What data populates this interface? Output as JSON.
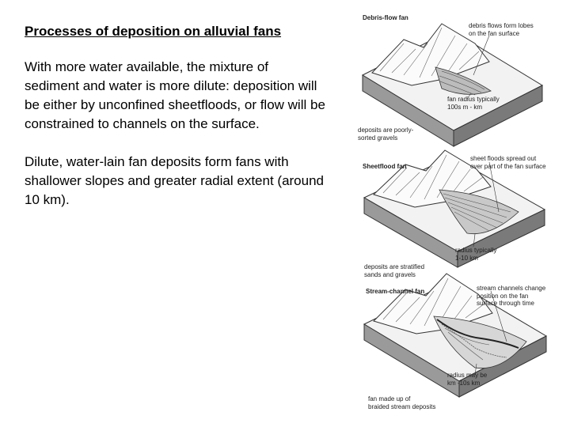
{
  "slide": {
    "title": "Processes of deposition on alluvial fans",
    "paragraphs": [
      "With more water available, the mixture of sediment and water is more dilute: deposition will be either by unconfined sheetfloods, or flow will be constrained to channels on the surface.",
      "Dilute, water-lain fan deposits form fans with shallower slopes and greater radial extent (around 10 km)."
    ]
  },
  "figure": {
    "panels": [
      {
        "heading": "Debris-flow fan",
        "callout": "debris flows form lobes\non the fan surface",
        "radius": "fan radius typically\n100s m - km",
        "deposits": "deposits are poorly-\nsorted gravels"
      },
      {
        "heading": "Sheetflood fan",
        "callout": "sheet floods spread out\nover part of the fan surface",
        "radius": "radius typically\n1-10 km",
        "deposits": "deposits are stratified\nsands and gravels"
      },
      {
        "heading": "Stream-channel fan",
        "callout": "stream channels change\nposition on the fan\nsurface through time",
        "radius": "radius may be\nkm -10s km",
        "deposits": "fan made up of\nbraided stream deposits"
      }
    ]
  }
}
